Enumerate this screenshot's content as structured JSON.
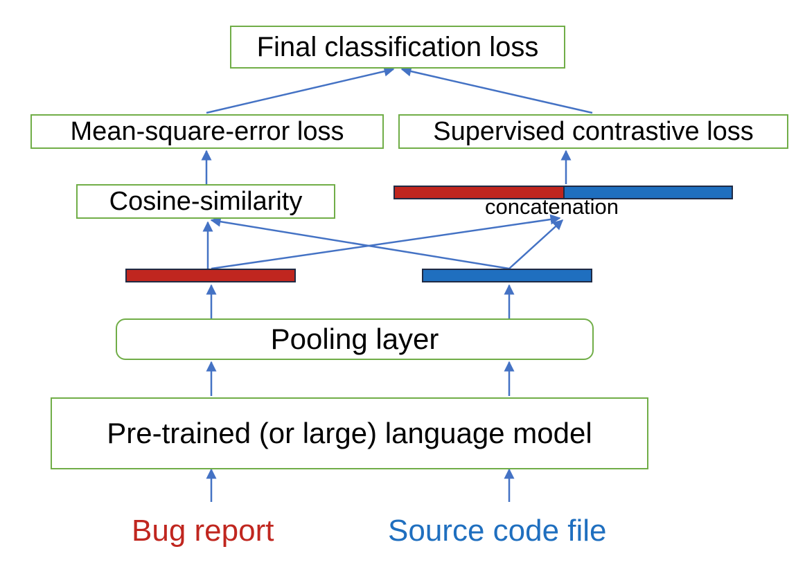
{
  "colors": {
    "box_border": "#70ad47",
    "arrow": "#4472c4",
    "bug_report": "#c0261f",
    "source_code": "#1f6fbf",
    "bar_border": "#1f2a44"
  },
  "boxes": {
    "final_loss": "Final classification loss",
    "mse_loss": "Mean-square-error loss",
    "contrastive_loss": "Supervised contrastive loss",
    "cosine_similarity": "Cosine-similarity",
    "pooling_layer": "Pooling layer",
    "language_model": "Pre-trained (or large) language model"
  },
  "labels": {
    "concatenation": "concatenation"
  },
  "inputs": {
    "bug_report": "Bug report",
    "source_code": "Source code file"
  }
}
